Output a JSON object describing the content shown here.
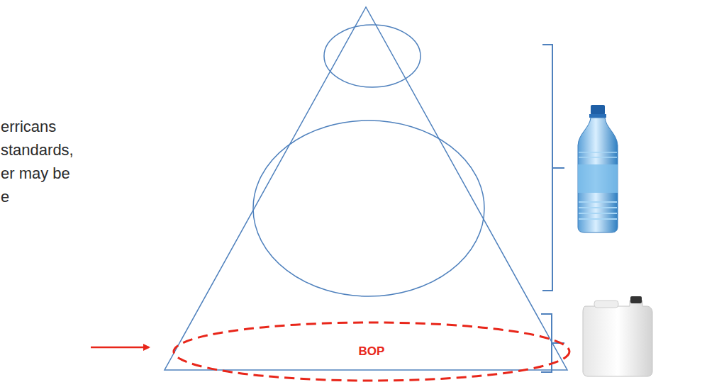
{
  "diagram": {
    "nodes": [
      {
        "text": [
          "BOP"
        ]
      }
    ],
    "labels": [
      "erricans",
      "standards,",
      "er may be",
      "e"
    ]
  }
}
